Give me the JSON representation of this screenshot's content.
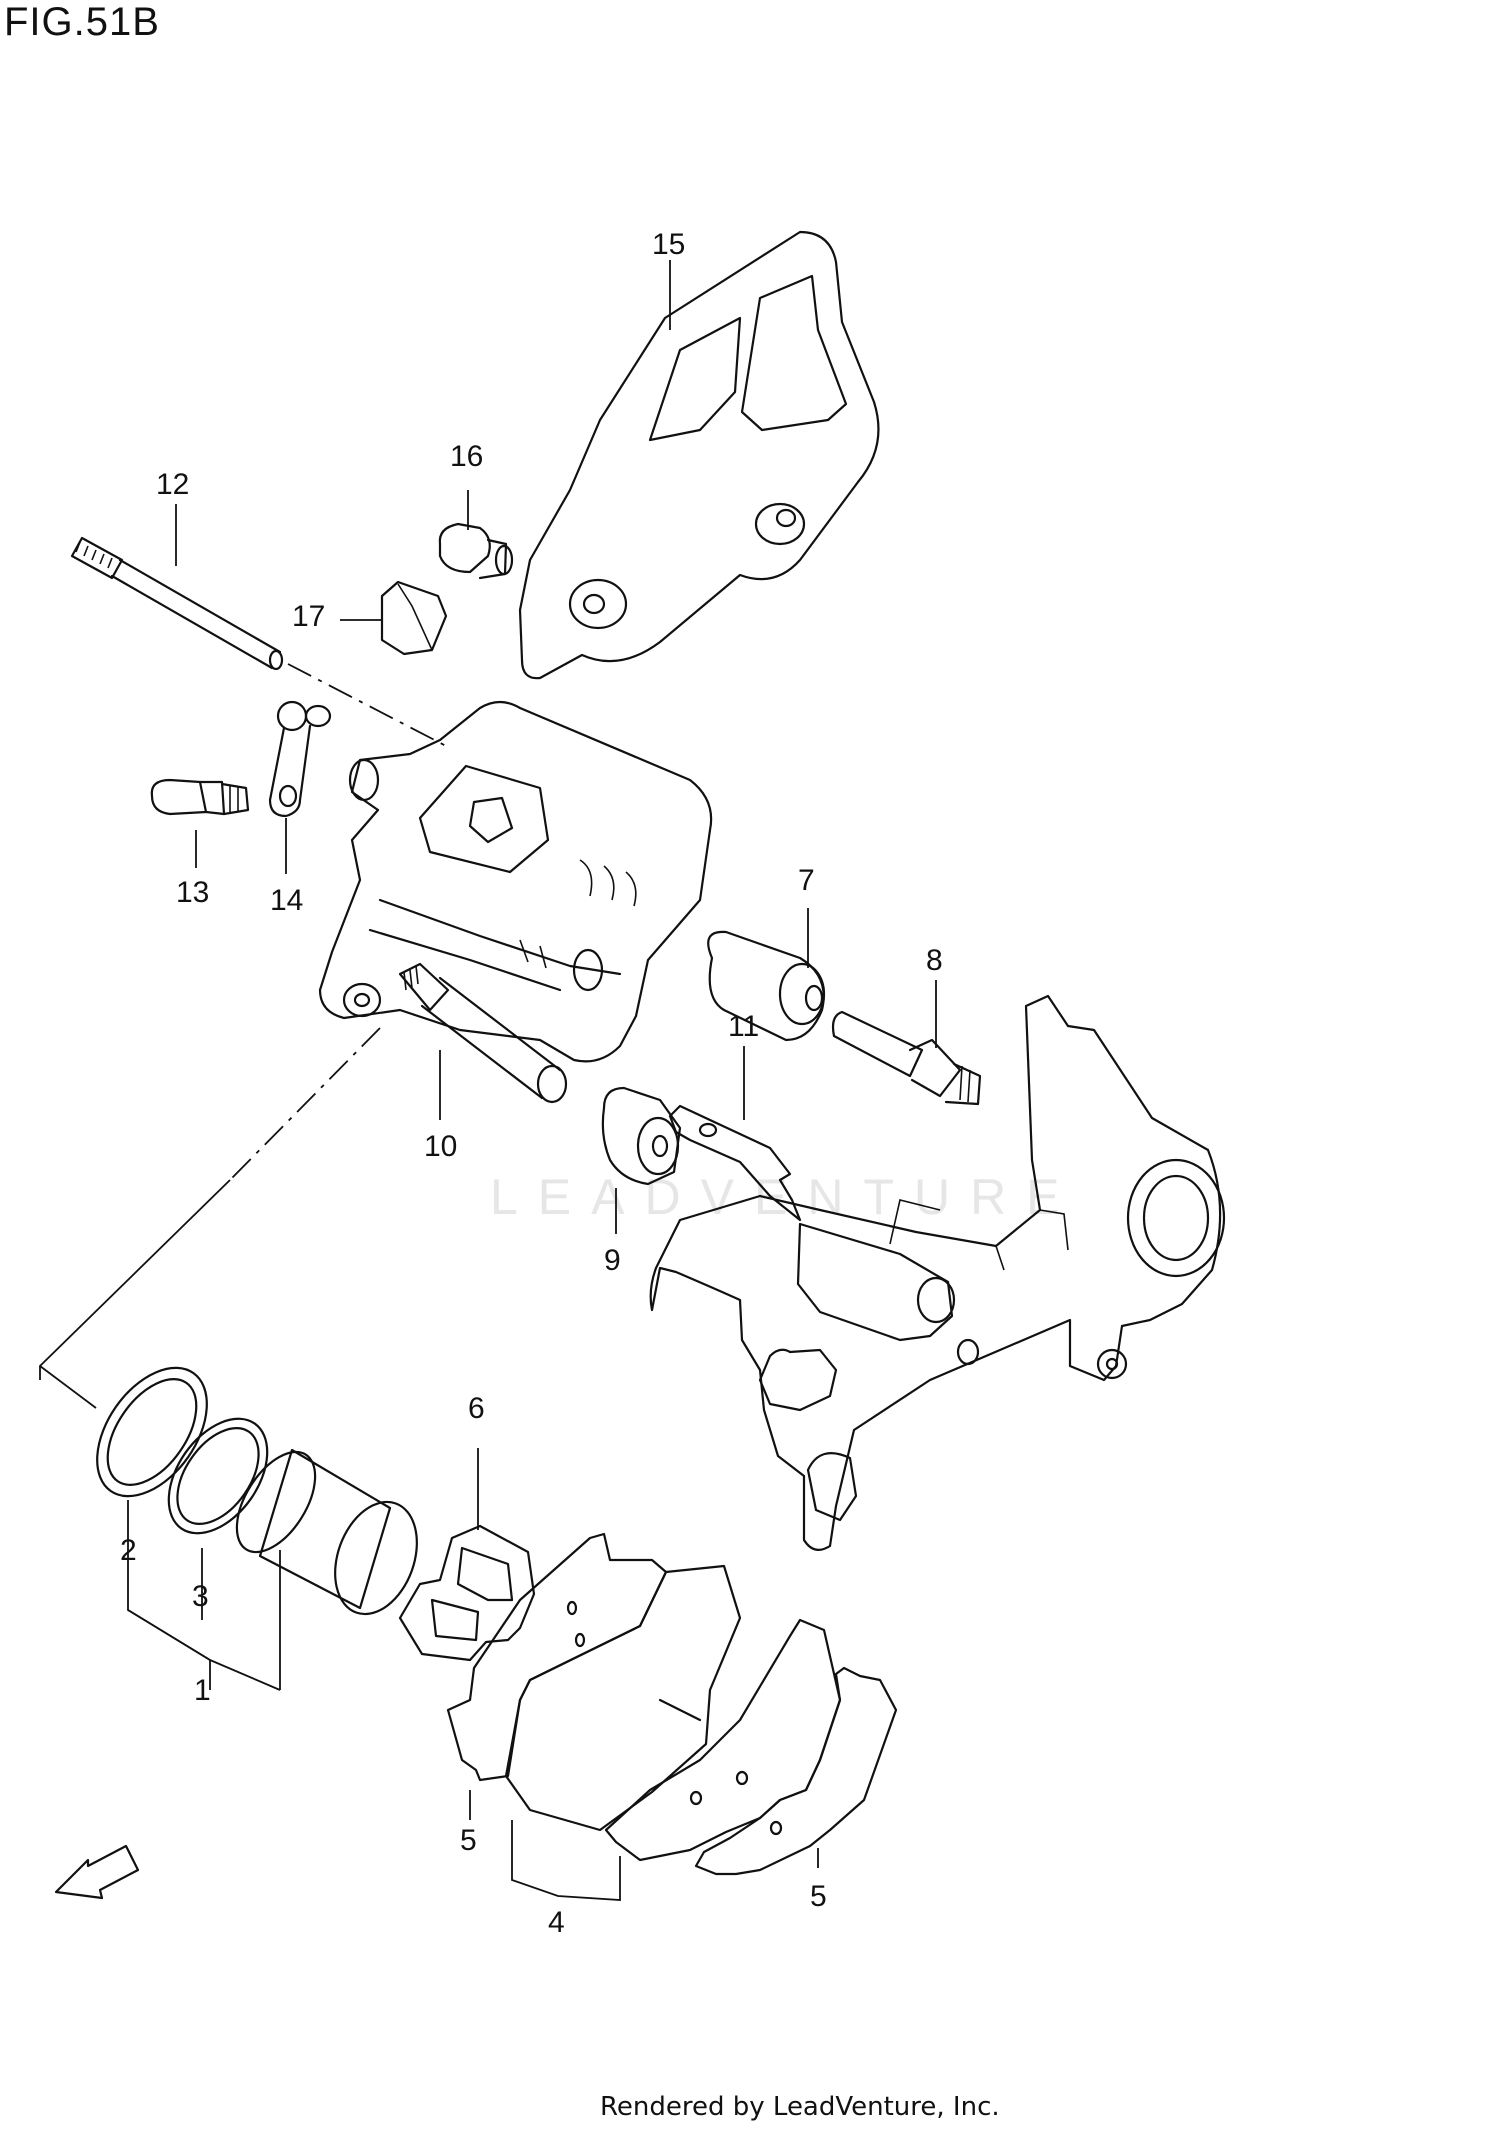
{
  "figure": {
    "title": "FIG.51B",
    "footer": "Rendered by LeadVenture, Inc.",
    "watermark": "LEADVENTURE"
  },
  "fwd_arrow_label": "FWD",
  "callouts": [
    {
      "id": "c15",
      "label": "15"
    },
    {
      "id": "c16",
      "label": "16"
    },
    {
      "id": "c12",
      "label": "12"
    },
    {
      "id": "c17",
      "label": "17"
    },
    {
      "id": "c13",
      "label": "13"
    },
    {
      "id": "c14",
      "label": "14"
    },
    {
      "id": "c7",
      "label": "7"
    },
    {
      "id": "c8",
      "label": "8"
    },
    {
      "id": "c11",
      "label": "11"
    },
    {
      "id": "c10",
      "label": "10"
    },
    {
      "id": "c9",
      "label": "9"
    },
    {
      "id": "c6",
      "label": "6"
    },
    {
      "id": "c2",
      "label": "2"
    },
    {
      "id": "c3",
      "label": "3"
    },
    {
      "id": "c1",
      "label": "1"
    },
    {
      "id": "c5a",
      "label": "5"
    },
    {
      "id": "c4",
      "label": "4"
    },
    {
      "id": "c5b",
      "label": "5"
    }
  ]
}
